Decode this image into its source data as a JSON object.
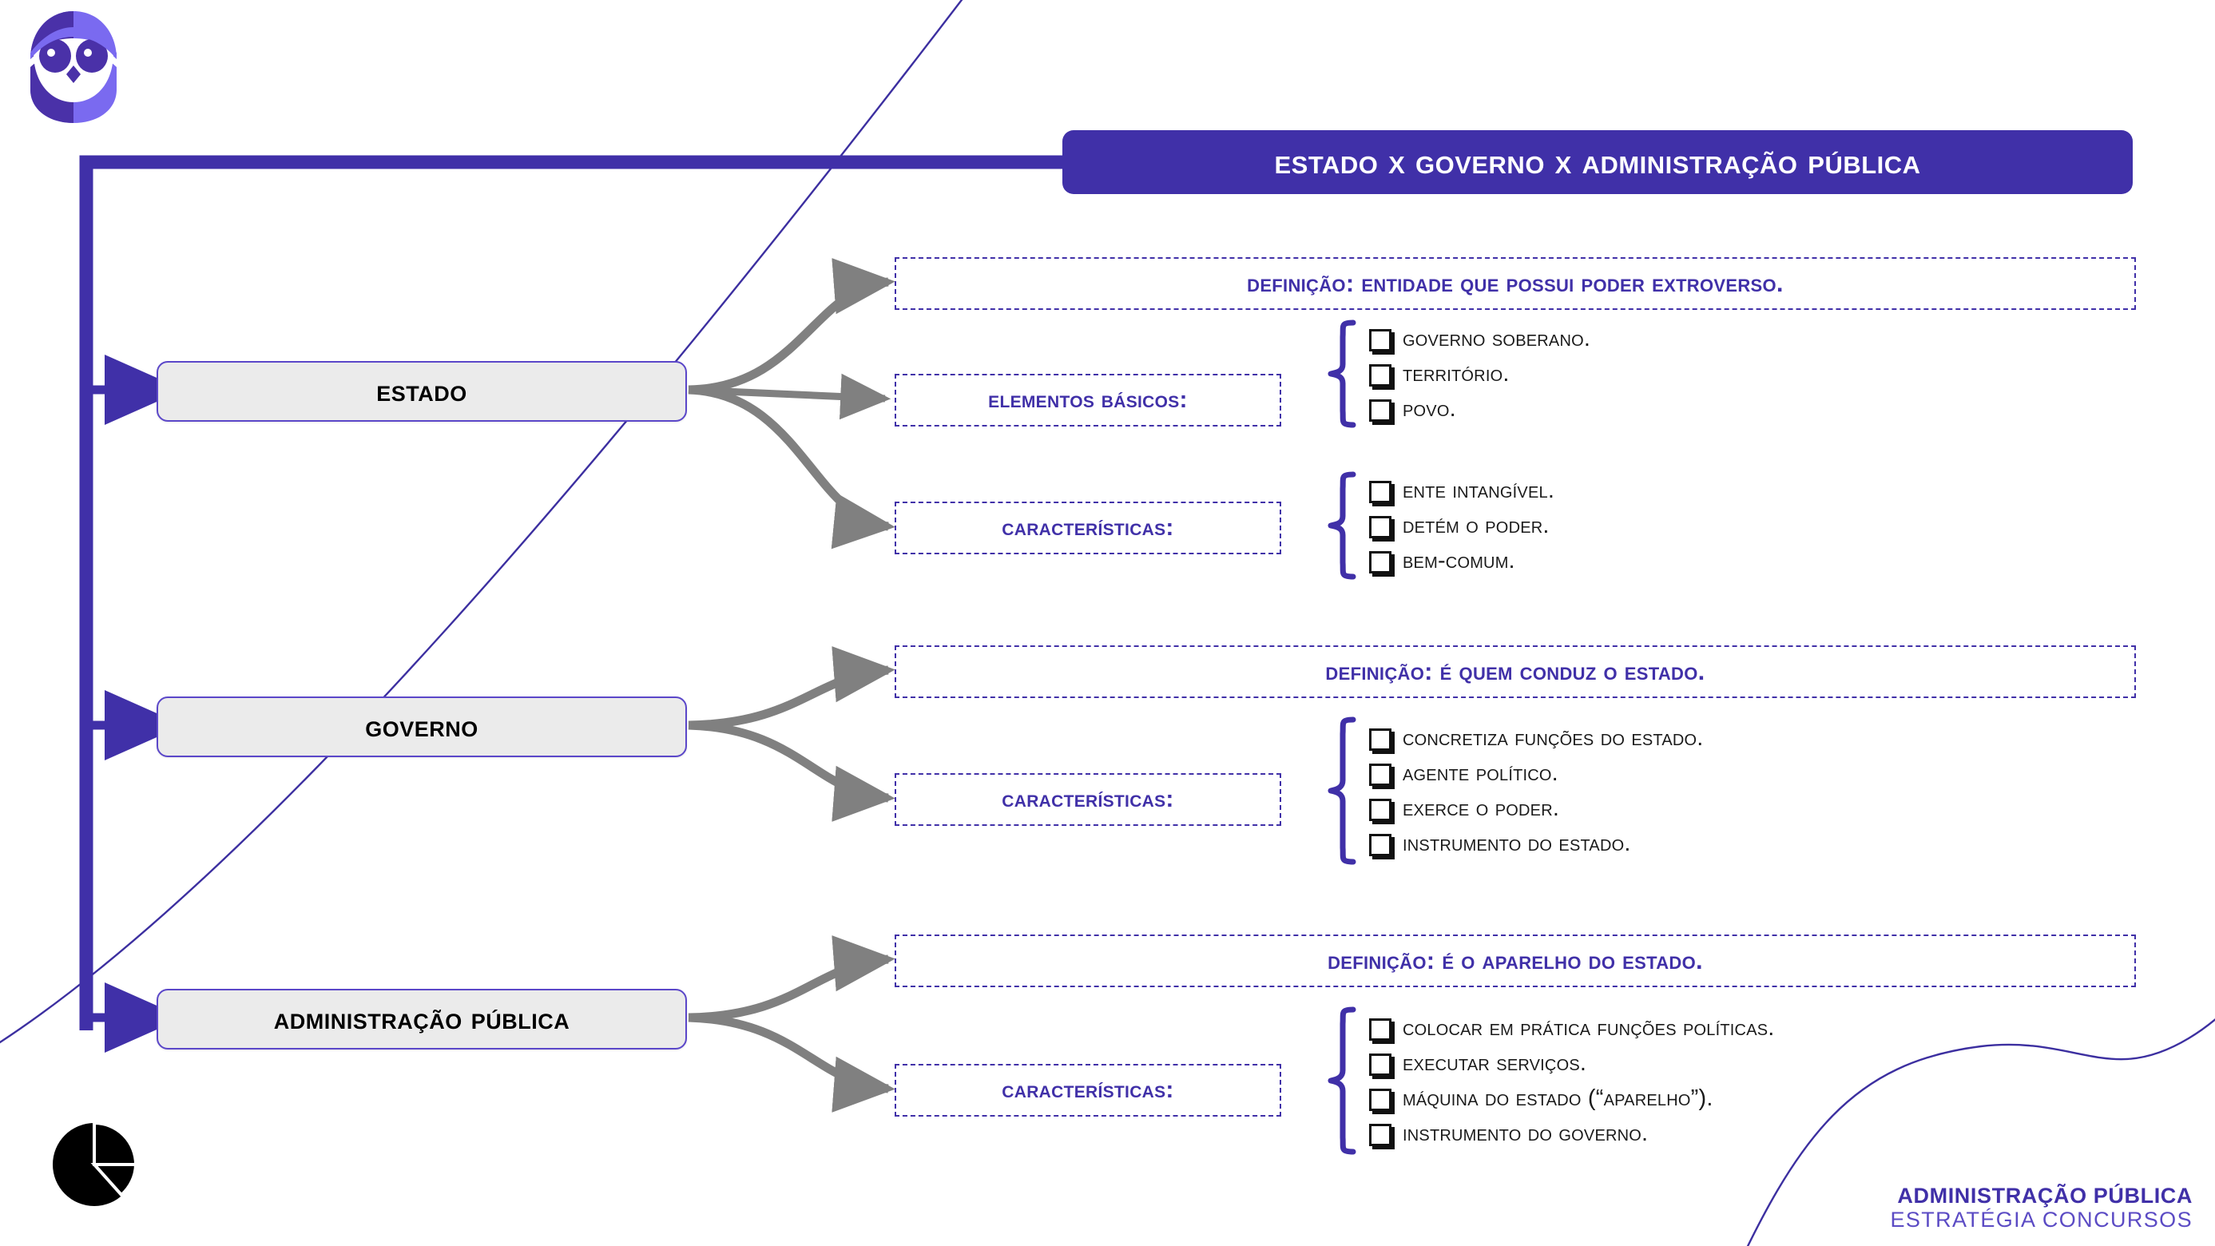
{
  "title": "ESTADO X GOVERNO X ADMINISTRAÇÃO PÚBLICA",
  "colors": {
    "purple": "#4030a8",
    "purple_light": "#7a6af0",
    "node_fill": "#ebebeb",
    "node_border": "#5b47c9",
    "connector_gray": "#808080",
    "text_black": "#1a1a1a",
    "white": "#ffffff"
  },
  "nodes": [
    {
      "id": "estado",
      "label": "ESTADO"
    },
    {
      "id": "governo",
      "label": "GOVERNO"
    },
    {
      "id": "admpub",
      "label": "ADMINISTRAÇÃO PÚBLICA"
    }
  ],
  "estado": {
    "definition": "DEFINIÇÃO: ENTIDADE QUE POSSUI PODER EXTROVERSO.",
    "elements_label": "ELEMENTOS BÁSICOS:",
    "elements": [
      "GOVERNO SOBERANO.",
      "TERRITÓRIO.",
      "POVO."
    ],
    "features_label": "CARACTERÍSTICAS:",
    "features": [
      "ENTE INTANGÍVEL.",
      "DETÉM O PODER.",
      "BEM-COMUM."
    ]
  },
  "governo": {
    "definition": "DEFINIÇÃO: É QUEM CONDUZ O ESTADO.",
    "features_label": "CARACTERÍSTICAS:",
    "features": [
      "CONCRETIZA FUNÇÕES DO ESTADO.",
      "AGENTE POLÍTICO.",
      "EXERCE O PODER.",
      "INSTRUMENTO DO ESTADO."
    ]
  },
  "admpub": {
    "definition": "DEFINIÇÃO: É O APARELHO DO ESTADO.",
    "features_label": "CARACTERÍSTICAS:",
    "features": [
      "COLOCAR EM PRÁTICA FUNÇÕES POLÍTICAS.",
      "EXECUTAR SERVIÇOS.",
      "MÁQUINA DO ESTADO (“APARELHO”).",
      "INSTRUMENTO DO GOVERNO."
    ]
  },
  "brand": {
    "line1": "ADMINISTRAÇÃO PÚBLICA",
    "line2": "ESTRATÉGIA CONCURSOS"
  },
  "icons": {
    "logo": "owl-icon",
    "chart": "pie-chart-icon",
    "bullet": "checkbox-square-icon"
  }
}
